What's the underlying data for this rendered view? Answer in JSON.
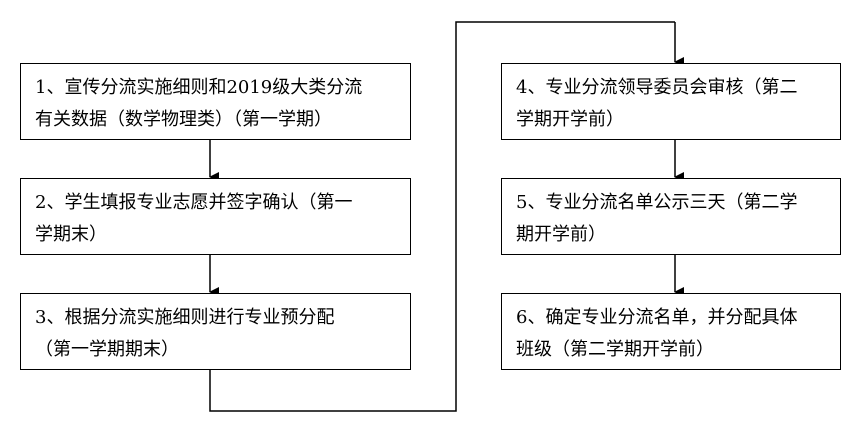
{
  "steps": [
    {
      "lines": [
        "1、宣传分流实施细则和2019级大类分流",
        "有关数据（数学物理类）（第一学期）"
      ]
    },
    {
      "lines": [
        "2、学生填报专业志愿并签字确认（第一",
        "学期末）"
      ]
    },
    {
      "lines": [
        "3、根据分流实施细则进行专业预分配",
        "（第一学期期末）"
      ]
    },
    {
      "lines": [
        "4、专业分流领导委员会审核（第二",
        "学期开学前）"
      ]
    },
    {
      "lines": [
        "5、专业分流名单公示三天（第二学",
        "期开学前）"
      ]
    },
    {
      "lines": [
        "6、确定专业分流名单，并分配具体",
        "班级（第二学期开学前）"
      ]
    }
  ]
}
